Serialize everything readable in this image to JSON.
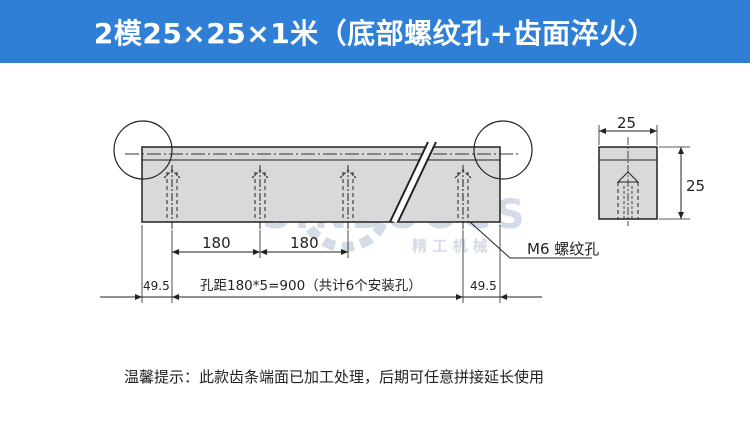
{
  "header": {
    "title": "2模25×25×1米（底部螺纹孔+齿面淬火）"
  },
  "drawing": {
    "spacing_1": "180",
    "spacing_2": "180",
    "edge_left": "49.5",
    "edge_right": "49.5",
    "total_note": "孔距180*5=900（共计6个安装孔）",
    "callout": "M6 螺纹孔",
    "end_width": "25",
    "end_height": "25"
  },
  "watermark": {
    "brand": "SINBOOCS",
    "subtitle": "精 工 机 械"
  },
  "note": "温馨提示：此款齿条端面已加工处理，后期可任意拼接延长使用",
  "colors": {
    "header_bg": "#2f7fd6",
    "part_fill": "#d7d9db",
    "watermark": "#9fb3c9"
  }
}
